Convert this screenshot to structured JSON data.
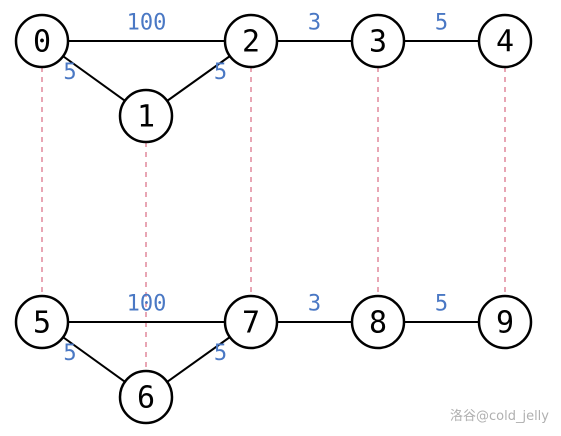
{
  "graph": {
    "nodes": [
      "0",
      "1",
      "2",
      "3",
      "4",
      "5",
      "6",
      "7",
      "8",
      "9"
    ],
    "edges": [
      {
        "from": "0",
        "to": "2",
        "weight": "100"
      },
      {
        "from": "0",
        "to": "1",
        "weight": "5"
      },
      {
        "from": "1",
        "to": "2",
        "weight": "5"
      },
      {
        "from": "2",
        "to": "3",
        "weight": "3"
      },
      {
        "from": "3",
        "to": "4",
        "weight": "5"
      },
      {
        "from": "5",
        "to": "7",
        "weight": "100"
      },
      {
        "from": "5",
        "to": "6",
        "weight": "5"
      },
      {
        "from": "6",
        "to": "7",
        "weight": "5"
      },
      {
        "from": "7",
        "to": "8",
        "weight": "3"
      },
      {
        "from": "8",
        "to": "9",
        "weight": "5"
      }
    ],
    "links": [
      {
        "from": "0",
        "to": "5"
      },
      {
        "from": "1",
        "to": "6"
      },
      {
        "from": "2",
        "to": "7"
      },
      {
        "from": "3",
        "to": "8"
      },
      {
        "from": "4",
        "to": "9"
      }
    ]
  },
  "colors": {
    "edge": "#000000",
    "weight": "#4a78c4",
    "link": "#e0899b"
  },
  "watermark": "洛谷@cold_jelly"
}
